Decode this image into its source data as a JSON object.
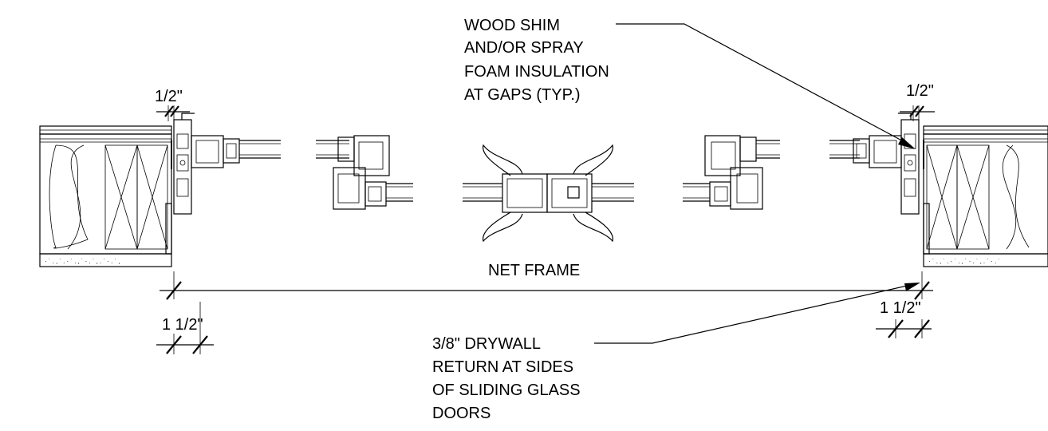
{
  "labels": {
    "shim_line1": "WOOD SHIM",
    "shim_line2": "AND/OR SPRAY",
    "shim_line3": "FOAM INSULATION",
    "shim_line4": "AT GAPS (TYP.)",
    "net_frame": "NET FRAME",
    "drywall_line1": "3/8\" DRYWALL",
    "drywall_line2": "RETURN AT SIDES",
    "drywall_line3": "OF SLIDING GLASS",
    "drywall_line4": "DOORS"
  },
  "dimensions": {
    "left_gap": "1/2\"",
    "right_gap": "1/2\"",
    "left_return": "1 1/2\"",
    "right_return": "1 1/2\""
  },
  "colors": {
    "line": "#000000",
    "background": "#ffffff",
    "wall_cap": "#d9d9d9"
  }
}
